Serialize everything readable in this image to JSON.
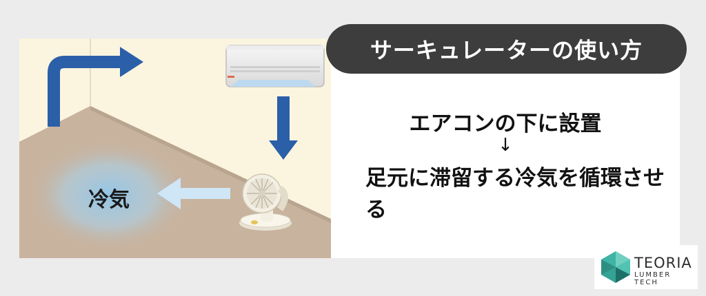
{
  "title": "サーキュレーターの使い方",
  "instruction": {
    "line1": "エアコンの下に設置",
    "arrow": "↓",
    "line2": "足元に滞留する冷気を循環させる"
  },
  "illustration": {
    "cold_air_label": "冷気"
  },
  "logo": {
    "name": "TEORIA",
    "tagline": "LUMBER TECH"
  },
  "colors": {
    "arrow_blue": "#2b5fa8",
    "wall": "#fbf5df",
    "floor": "#c8b39e",
    "title_bg": "#3d3d3d",
    "cold_glow": "#8fc6ea",
    "logo_teal": "#3fb3a4"
  }
}
